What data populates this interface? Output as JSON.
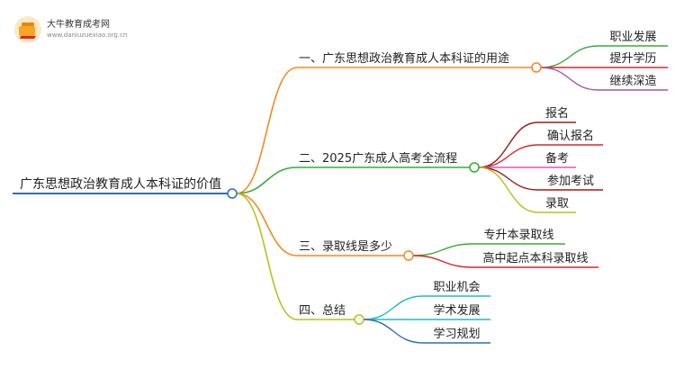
{
  "watermark": {
    "site_name": "大牛教育成考网",
    "url": "www.daniuzuexiao.org.cn"
  },
  "mindmap": {
    "root": {
      "label": "广东思想政治教育成人本科证的价值",
      "color": "#2f6fb0"
    },
    "branches": [
      {
        "label": "一、广东思想政治教育成人本科证的用途",
        "color": "#f08a24",
        "children": [
          {
            "label": "职业发展",
            "color": "#3aaa35"
          },
          {
            "label": "提升学历",
            "color": "#d9262c"
          },
          {
            "label": "继续深造",
            "color": "#9b59b6"
          }
        ]
      },
      {
        "label": "二、2025广东成人高考全流程",
        "color": "#3aaa35",
        "children": [
          {
            "label": "报名",
            "color": "#a01818"
          },
          {
            "label": "确认报名",
            "color": "#d9262c"
          },
          {
            "label": "备考",
            "color": "#e056b0"
          },
          {
            "label": "参加考试",
            "color": "#a01818"
          },
          {
            "label": "录取",
            "color": "#b5c21f"
          }
        ]
      },
      {
        "label": "三、录取线是多少",
        "color": "#f08a24",
        "children": [
          {
            "label": "专升本录取线",
            "color": "#3aaa35"
          },
          {
            "label": "高中起点本科录取线",
            "color": "#d9262c"
          }
        ]
      },
      {
        "label": "四、总结",
        "color": "#b5c21f",
        "children": [
          {
            "label": "职业机会",
            "color": "#22b8c8"
          },
          {
            "label": "学术发展",
            "color": "#22b8c8"
          },
          {
            "label": "学习规划",
            "color": "#2f6fb0"
          }
        ]
      }
    ]
  }
}
